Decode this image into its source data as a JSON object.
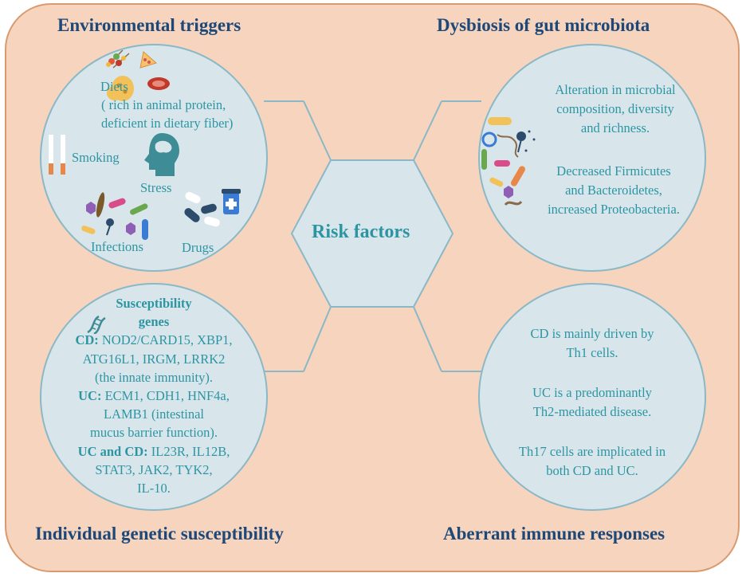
{
  "center": {
    "label": "Risk factors"
  },
  "environmental": {
    "heading": "Environmental triggers",
    "diets_label": "Diets",
    "diets_line1": "( rich in animal protein,",
    "diets_line2": "deficient in dietary fiber)",
    "smoking_label": "Smoking",
    "stress_label": "Stress",
    "infections_label": "Infections",
    "drugs_label": "Drugs"
  },
  "dysbiosis": {
    "heading": "Dysbiosis of gut microbiota",
    "line1": "Alteration in microbial",
    "line2": "composition, diversity",
    "line3": "and richness.",
    "line4": "Decreased Firmicutes",
    "line5": "and Bacteroidetes,",
    "line6": "increased Proteobacteria."
  },
  "genetic": {
    "heading": "Individual genetic susceptibility",
    "title_line1": "Susceptibility",
    "title_line2": "genes",
    "cd_prefix": "CD:",
    "cd_line1": " NOD2/CARD15, XBP1,",
    "cd_line2": "ATG16L1, IRGM, LRRK2",
    "cd_line3": "(the innate immunity).",
    "uc_prefix": "UC:",
    "uc_line1": " ECM1, CDH1, HNF4a,",
    "uc_line2": "LAMB1 (intestinal",
    "uc_line3": "mucus barrier function).",
    "both_prefix": "UC and CD:",
    "both_line1": " IL23R, IL12B,",
    "both_line2": "STAT3, JAK2, TYK2,",
    "both_line3": "IL-10."
  },
  "immune": {
    "heading": "Aberrant immune responses",
    "line1": "CD is mainly driven by",
    "line2": "Th1 cells.",
    "line3": "UC is a predominantly",
    "line4": "Th2-mediated disease.",
    "line5": "Th17 cells are implicated in",
    "line6": "both CD and UC."
  },
  "colors": {
    "panel_bg": "#f6d4bd",
    "panel_border": "#d89a6e",
    "circle_bg": "#d8e6ec",
    "circle_border": "#8ab8c6",
    "heading": "#1d4878",
    "body_text": "#2d95a2"
  }
}
